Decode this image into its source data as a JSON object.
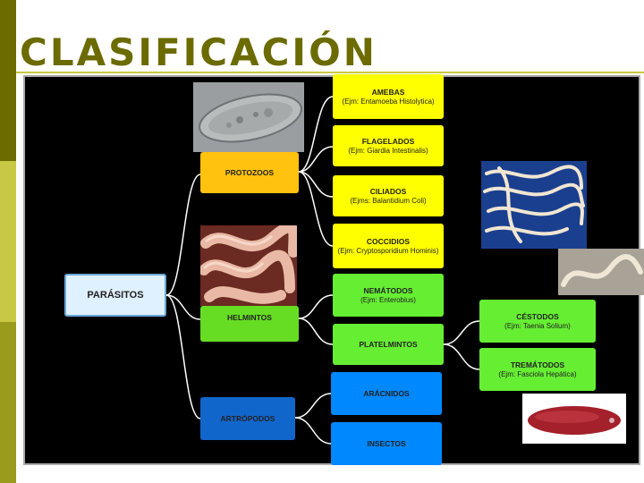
{
  "slide": {
    "title": "CLASIFICACIÓN"
  },
  "diagram": {
    "root": "PARÁSITOS",
    "groups": {
      "protozoos": "PROTOZOOS",
      "helmintos": "HELMINTOS",
      "artropodos": "ARTRÓPODOS"
    },
    "protozoos_children": [
      {
        "label": "AMEBAS",
        "example": "(Ejm: Entamoeba Histolytica)"
      },
      {
        "label": "FLAGELADOS",
        "example": "(Ejm: Giardia Intestinalis)"
      },
      {
        "label": "CILIADOS",
        "example": "(Ejms: Balantidium Coli)"
      },
      {
        "label": "COCCIDIOS",
        "example": "(Ejm: Cryptosporidium Hominis)"
      }
    ],
    "helmintos_children": [
      {
        "label": "NEMÁTODOS",
        "example": "(Ejm: Enterobius)"
      },
      {
        "label": "PLATELMINTOS",
        "example": ""
      }
    ],
    "platelmintos_children": [
      {
        "label": "CÉSTODOS",
        "example": "(Ejm: Taenia Solium)"
      },
      {
        "label": "TREMÁTODOS",
        "example": "(Ejm: Fasciola Hepática)"
      }
    ],
    "artropodos_children": [
      {
        "label": "ARÁCNIDOS"
      },
      {
        "label": "INSECTOS"
      }
    ]
  },
  "colors": {
    "title": "#6b6b00",
    "protozoa_children": "#ffff00",
    "protozoos": "#ffc20e",
    "helmintos": "#66dd22",
    "artropodos": "#1166cc",
    "arthropod_children": "#0088ff"
  },
  "photos": [
    "paramecium-photo",
    "intestinal-worms-photo",
    "tapeworm-photo",
    "roundworm-photo",
    "fluke-photo"
  ]
}
